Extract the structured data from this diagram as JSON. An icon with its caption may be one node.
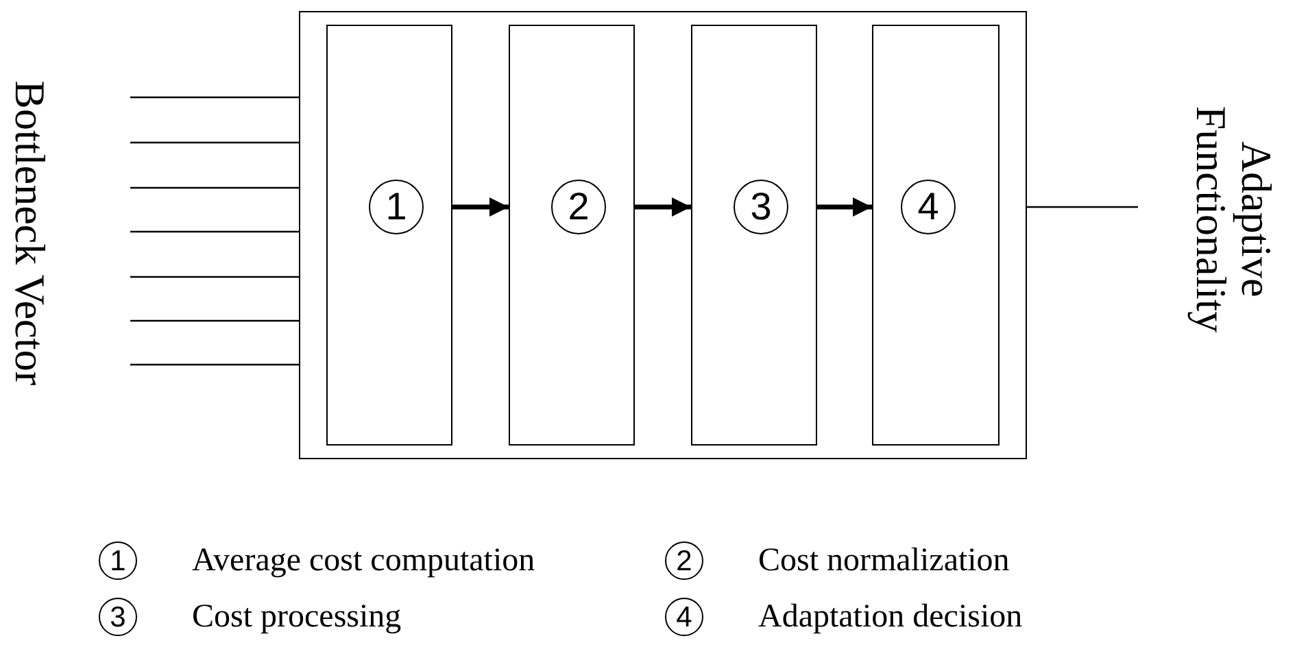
{
  "diagram": {
    "nodes": [
      {
        "text": [],
        "shape": "box"
      },
      {
        "text": [],
        "shape": "box",
        "in": 0
      },
      {
        "text": [
          "1"
        ],
        "in": 1
      },
      {
        "text": [],
        "shape": "box",
        "in": 0
      },
      {
        "text": [
          "2"
        ],
        "in": 3
      },
      {
        "text": [],
        "shape": "box",
        "in": 0
      },
      {
        "text": [
          "3"
        ],
        "in": 5
      },
      {
        "text": [],
        "shape": "box",
        "in": 0
      },
      {
        "text": [
          "4"
        ],
        "in": 7
      },
      {
        "text": [
          "1"
        ],
        "beside": [
          "Average cost computation"
        ]
      },
      {
        "text": [
          "2"
        ],
        "beside": [
          "Cost normalization"
        ]
      },
      {
        "text": [
          "3"
        ],
        "beside": [
          "Cost processing"
        ]
      },
      {
        "text": [
          "4"
        ],
        "beside": [
          "Adaptation decision"
        ]
      }
    ],
    "edges": [
      {
        "from": 1,
        "to": 3,
        "arrow": "to",
        "style": "thick"
      },
      {
        "from": 3,
        "to": 5,
        "arrow": "to",
        "style": "thick"
      },
      {
        "from": 5,
        "to": 7,
        "arrow": "to",
        "style": "thick"
      },
      {
        "from": null,
        "to": 0,
        "arrow": "none"
      },
      {
        "from": null,
        "to": 0,
        "arrow": "none"
      },
      {
        "from": null,
        "to": 0,
        "arrow": "none"
      },
      {
        "from": null,
        "to": 0,
        "arrow": "none"
      },
      {
        "from": null,
        "to": 0,
        "arrow": "none"
      },
      {
        "from": null,
        "to": 0,
        "arrow": "none"
      },
      {
        "from": null,
        "to": 0,
        "arrow": "none"
      },
      {
        "from": 0,
        "to": null,
        "arrow": "none"
      }
    ],
    "labels": [
      "Bottleneck Vector",
      "Adaptive Functionality"
    ]
  }
}
